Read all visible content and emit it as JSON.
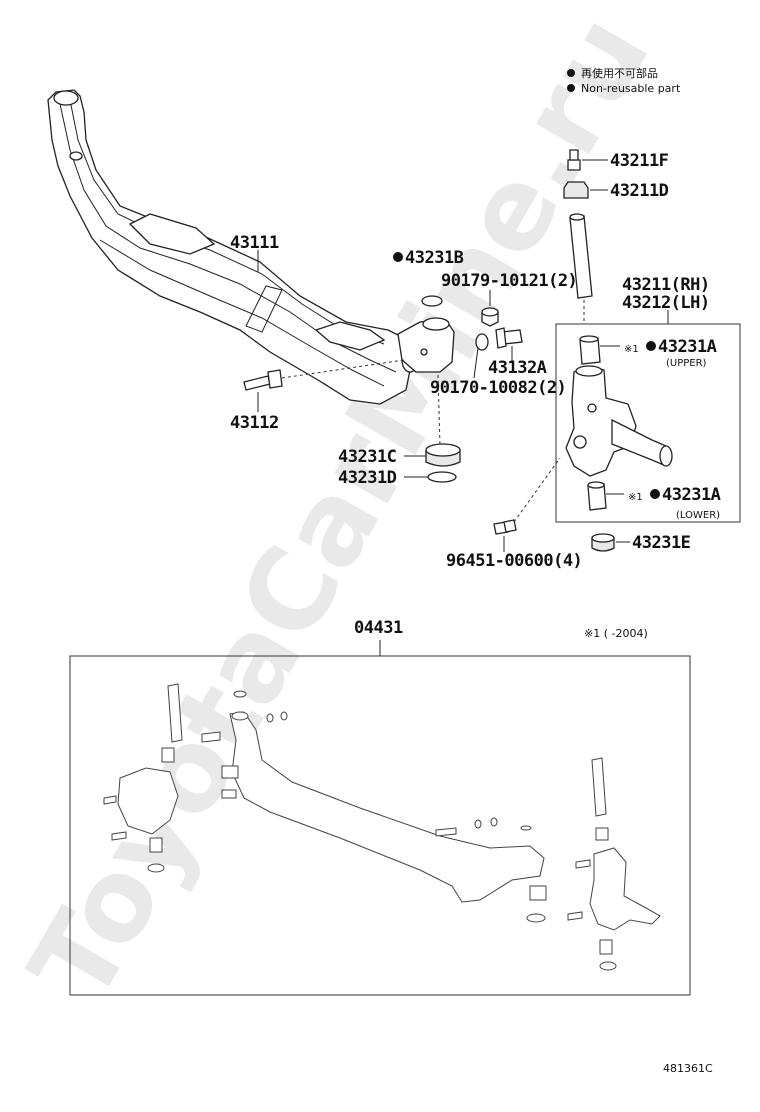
{
  "legend": {
    "jp": "再使用不可部品",
    "en": "Non-reusable part"
  },
  "parts": {
    "p43211F": "43211F",
    "p43211D": "43211D",
    "p43111": "43111",
    "p43231B": "43231B",
    "p90179": "90179-10121(2)",
    "p43211RH": "43211(RH)",
    "p43212LH": "43212(LH)",
    "p43231A_upper": "43231A",
    "p43231A_upper_note": "(UPPER)",
    "p43132A": "43132A",
    "p90170": "90170-10082(2)",
    "p43112": "43112",
    "p43231C": "43231C",
    "p43231D": "43231D",
    "p43231A_lower": "43231A",
    "p43231A_lower_note": "(LOWER)",
    "p96451": "96451-00600(4)",
    "p43231E": "43231E",
    "p04431": "04431"
  },
  "notes": {
    "mark": "※1",
    "range": "※1 (   -2004)"
  },
  "watermark": "ToyotaCarMine.ru",
  "diagram_code": "481361C",
  "colors": {
    "line": "#222222",
    "watermark": "#cfcfcf",
    "background": "#ffffff"
  }
}
